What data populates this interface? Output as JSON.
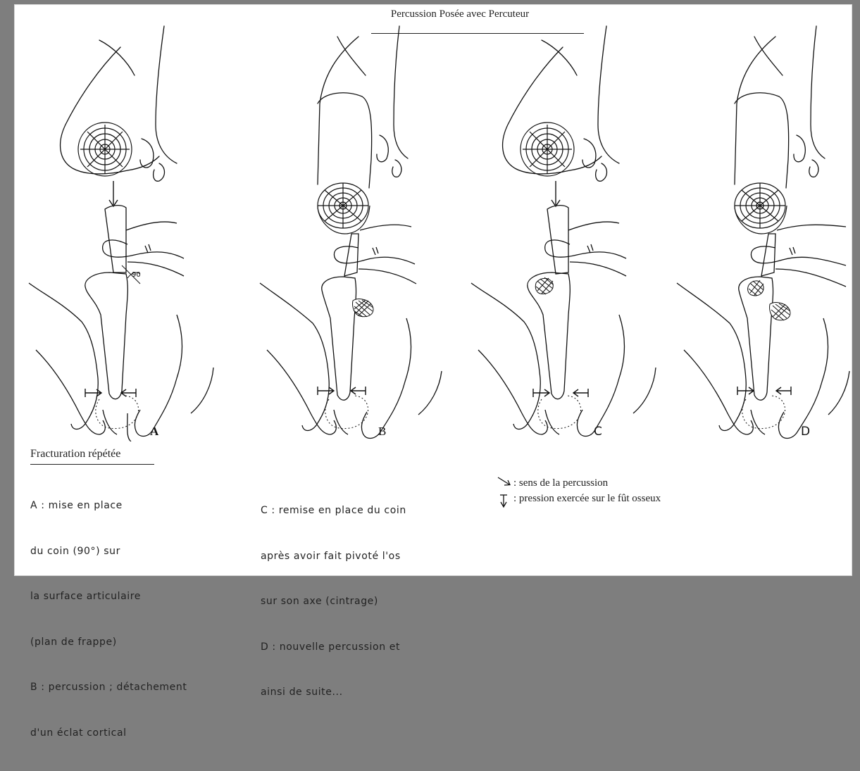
{
  "title": "Percussion Posée avec Percuteur",
  "angle_label": "90",
  "panels": [
    {
      "letter": "A",
      "grip": "wedge-held",
      "stage": "placement"
    },
    {
      "letter": "B",
      "grip": "hammer-down",
      "stage": "detachment"
    },
    {
      "letter": "C",
      "grip": "wedge-held",
      "stage": "replacement"
    },
    {
      "letter": "D",
      "grip": "hammer-down",
      "stage": "detachment"
    }
  ],
  "section_heading": "Fracturation répétée",
  "caption_left": [
    "A : mise en place",
    "du coin (90°) sur",
    "la surface articulaire",
    "(plan de frappe)",
    "B : percussion ; détachement",
    "d'un éclat cortical"
  ],
  "caption_mid": [
    "C : remise en place du coin",
    "après avoir fait pivoté l'os",
    "sur son axe (cintrage)",
    "D : nouvelle percussion et",
    "ainsi de suite..."
  ],
  "legend": [
    {
      "icon": "diagonal-arrow-icon",
      "text": ": sens de la percussion"
    },
    {
      "icon": "pressure-arrows-icon",
      "text": ": pression exercée sur le fût osseux"
    }
  ]
}
